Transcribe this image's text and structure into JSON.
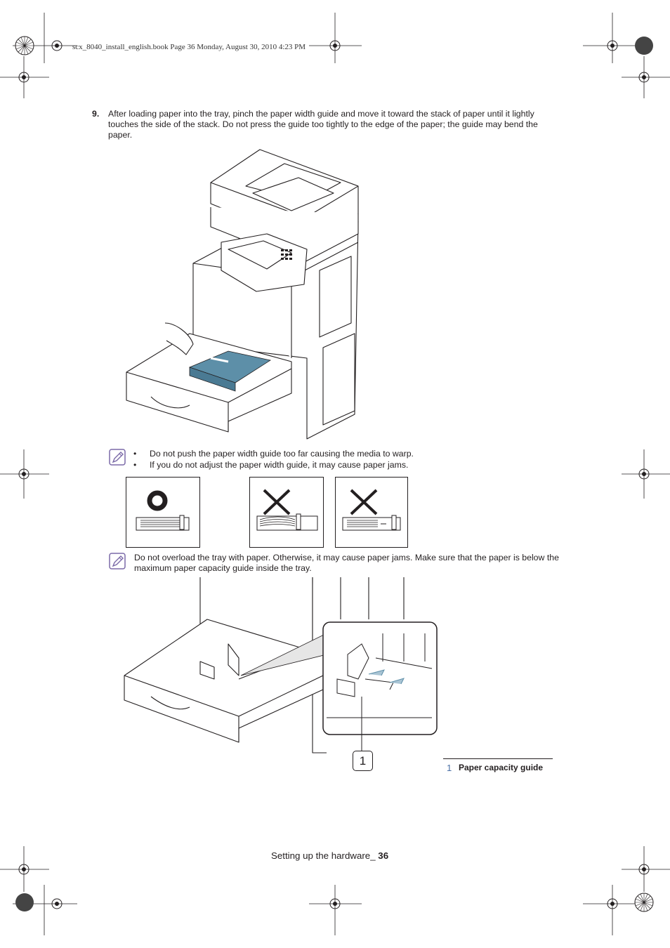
{
  "print_header": "scx_8040_install_english.book  Page 36  Monday, August 30, 2010  4:23 PM",
  "step": {
    "number": "9.",
    "text": "After loading paper into the tray, pinch the paper width guide and move it toward the stack of paper until it lightly touches the side of the stack. Do not press the guide too tightly to the edge of the paper; the guide may bend the paper."
  },
  "note1": {
    "bullets": [
      "Do not push the paper width guide too far causing the media to warp.",
      "If you do not adjust the paper width guide, it may cause paper jams."
    ]
  },
  "examples": [
    {
      "mark": "correct"
    },
    {
      "mark": "incorrect"
    },
    {
      "mark": "incorrect"
    }
  ],
  "note2": {
    "text": "Do not overload the tray with paper. Otherwise, it may cause paper jams. Make sure that the paper is below the maximum paper capacity guide inside the tray."
  },
  "callout": "1",
  "legend": {
    "number": "1",
    "label": "Paper capacity guide"
  },
  "footer": {
    "section": "Setting up the hardware_",
    "page": "36"
  },
  "icons": [
    "registration-mark-icon",
    "note-pencil-icon",
    "circle-ok-icon",
    "x-wrong-icon"
  ],
  "colors": {
    "text": "#231f20",
    "paper_blue": "#5d8fa8",
    "note_icon": "#7b6aa8"
  }
}
